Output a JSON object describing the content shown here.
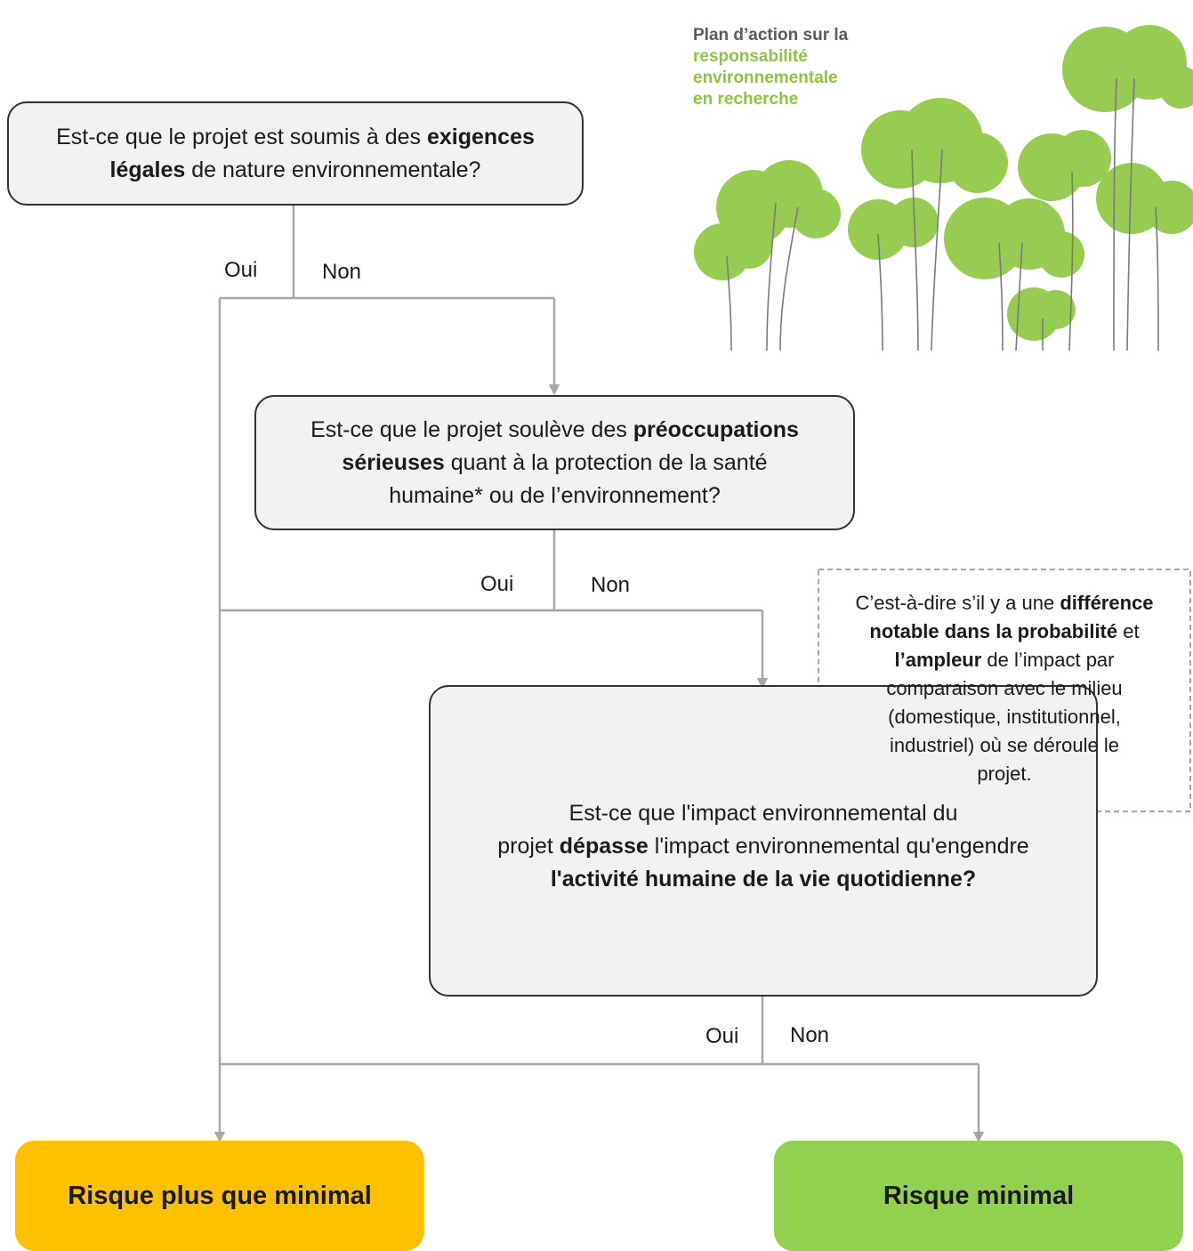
{
  "questions": {
    "q1": {
      "line1_pre": "Est-ce que le projet est soumis à des ",
      "line1_bold": "exigences",
      "line2_bold": "légales",
      "line2_post": " de nature environnementale?"
    },
    "q2": {
      "line1_pre": "Est-ce que le projet soulève des ",
      "line1_bold": "préoccupations",
      "line2_bold": "sérieuses",
      "line2_post": " quant à la protection de la santé",
      "line3": "humaine* ou de l’environnement?"
    },
    "q3": {
      "line1": "Est-ce que l'impact environnemental du",
      "line2_pre": "projet ",
      "line2_bold": "dépasse",
      "line2_post": " l'impact environnemental qu'engendre",
      "line3_bold": "l'activité humaine de la vie quotidienne?"
    }
  },
  "answers": {
    "yes": "Oui",
    "no": "Non"
  },
  "note": {
    "l1_pre": "C’est-à-dire s’il y a une ",
    "l1_bold": "différence",
    "l2_bold": "notable dans la probabilité",
    "l2_post": " et",
    "l3_bold": "l’ampleur",
    "l3_post": " de l’impact par",
    "l4": "comparaison avec le milieu",
    "l5": "(domestique, institutionnel,",
    "l6": "industriel) où se déroule le",
    "l7": "projet."
  },
  "outcomes": {
    "more_than_minimal": "Risque plus que minimal",
    "minimal": "Risque minimal"
  },
  "logo": {
    "line1": "Plan d’action sur la",
    "line2": "responsabilité",
    "line3": "environnementale",
    "line4": "en recherche"
  },
  "colors": {
    "connector": "#a6a6a6",
    "more_than_minimal": "#ffc000",
    "minimal": "#92d050",
    "logo_title": "#5a5a5a",
    "logo_green": "#8cc63f"
  }
}
